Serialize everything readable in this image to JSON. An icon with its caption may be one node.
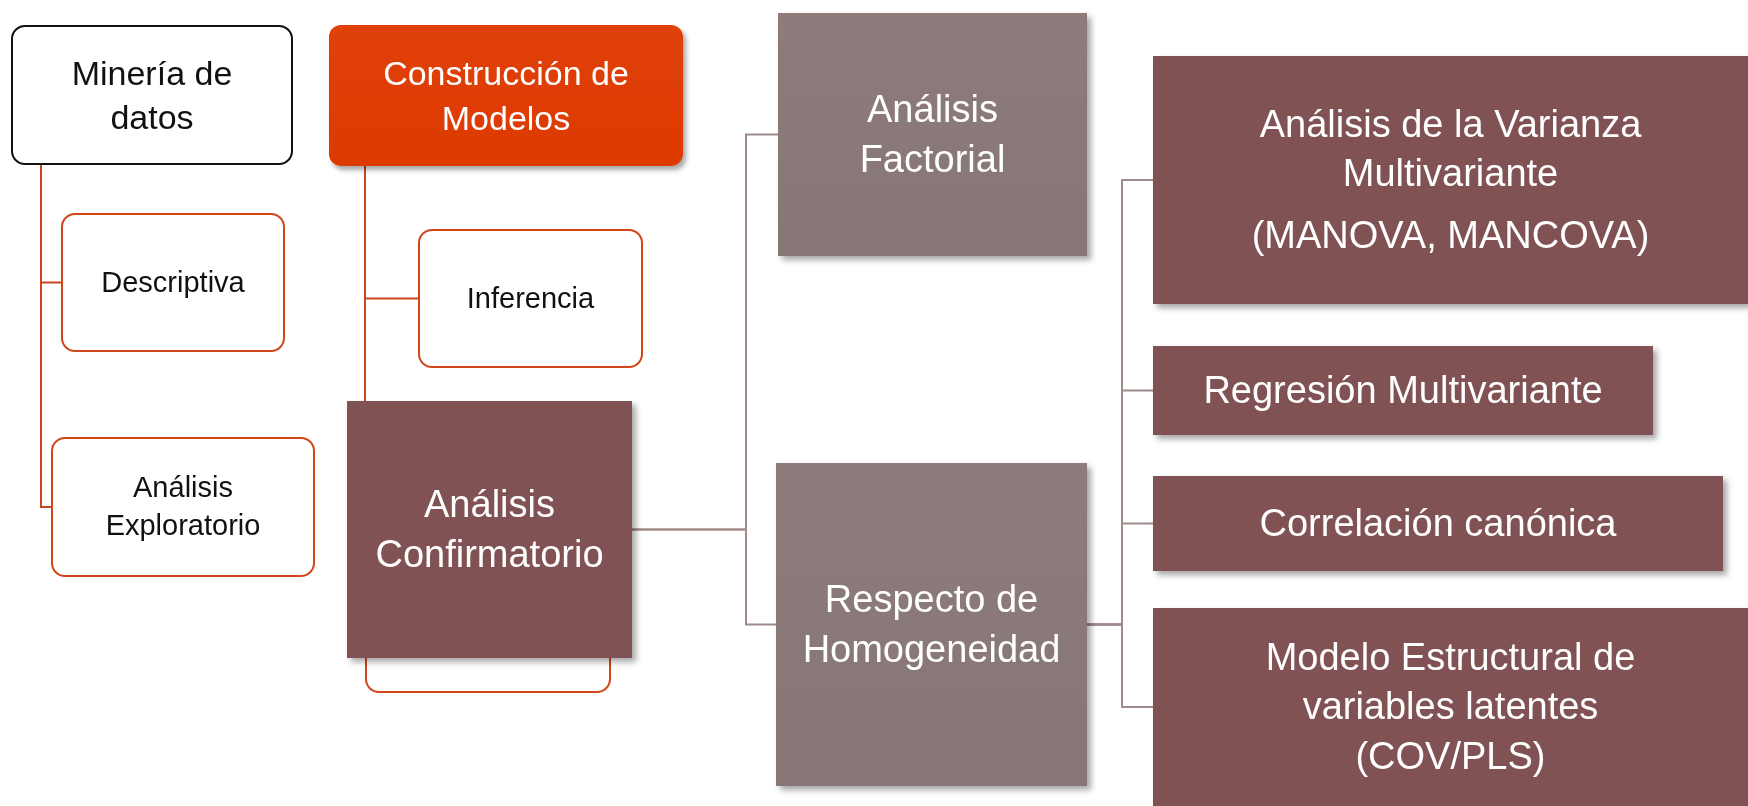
{
  "diagram": {
    "nodes": [
      {
        "text": [
          "Minería de datos"
        ]
      },
      {
        "text": [
          "Descriptiva"
        ]
      },
      {
        "text": [
          "Análisis Exploratorio"
        ]
      },
      {
        "text": [
          "Construcción de Modelos"
        ]
      },
      {
        "text": [
          "Inferencia"
        ]
      },
      {
        "text": [],
        "shape": "box"
      },
      {
        "text": [
          "Análisis Confirmatorio"
        ]
      },
      {
        "text": [
          "Análisis Factorial"
        ]
      },
      {
        "text": [
          "Respecto de Homogeneidad"
        ]
      },
      {
        "text": [
          "Análisis de la Varianza Multivariante",
          "(MANOVA, MANCOVA)"
        ]
      },
      {
        "text": [
          "Regresión Multivariante"
        ]
      },
      {
        "text": [
          "Correlación canónica"
        ]
      },
      {
        "text": [
          "Modelo Estructural de variables latentes (COV/PLS)"
        ]
      }
    ],
    "edges": [
      {
        "from": 0,
        "to": 1,
        "arrow": "none",
        "color": "#c8461c"
      },
      {
        "from": 0,
        "to": 2,
        "arrow": "none",
        "color": "#c8461c"
      },
      {
        "from": 3,
        "to": 4,
        "arrow": "none",
        "color": "#c8461c"
      },
      {
        "from": 3,
        "to": 6,
        "arrow": "none",
        "color": "#c8461c"
      },
      {
        "from": 6,
        "to": 7,
        "arrow": "none"
      },
      {
        "from": 6,
        "to": 8,
        "arrow": "none"
      },
      {
        "from": 8,
        "to": 9,
        "arrow": "none"
      },
      {
        "from": 8,
        "to": 10,
        "arrow": "none"
      },
      {
        "from": 8,
        "to": 11,
        "arrow": "none"
      },
      {
        "from": 8,
        "to": 12,
        "arrow": "none"
      }
    ]
  }
}
